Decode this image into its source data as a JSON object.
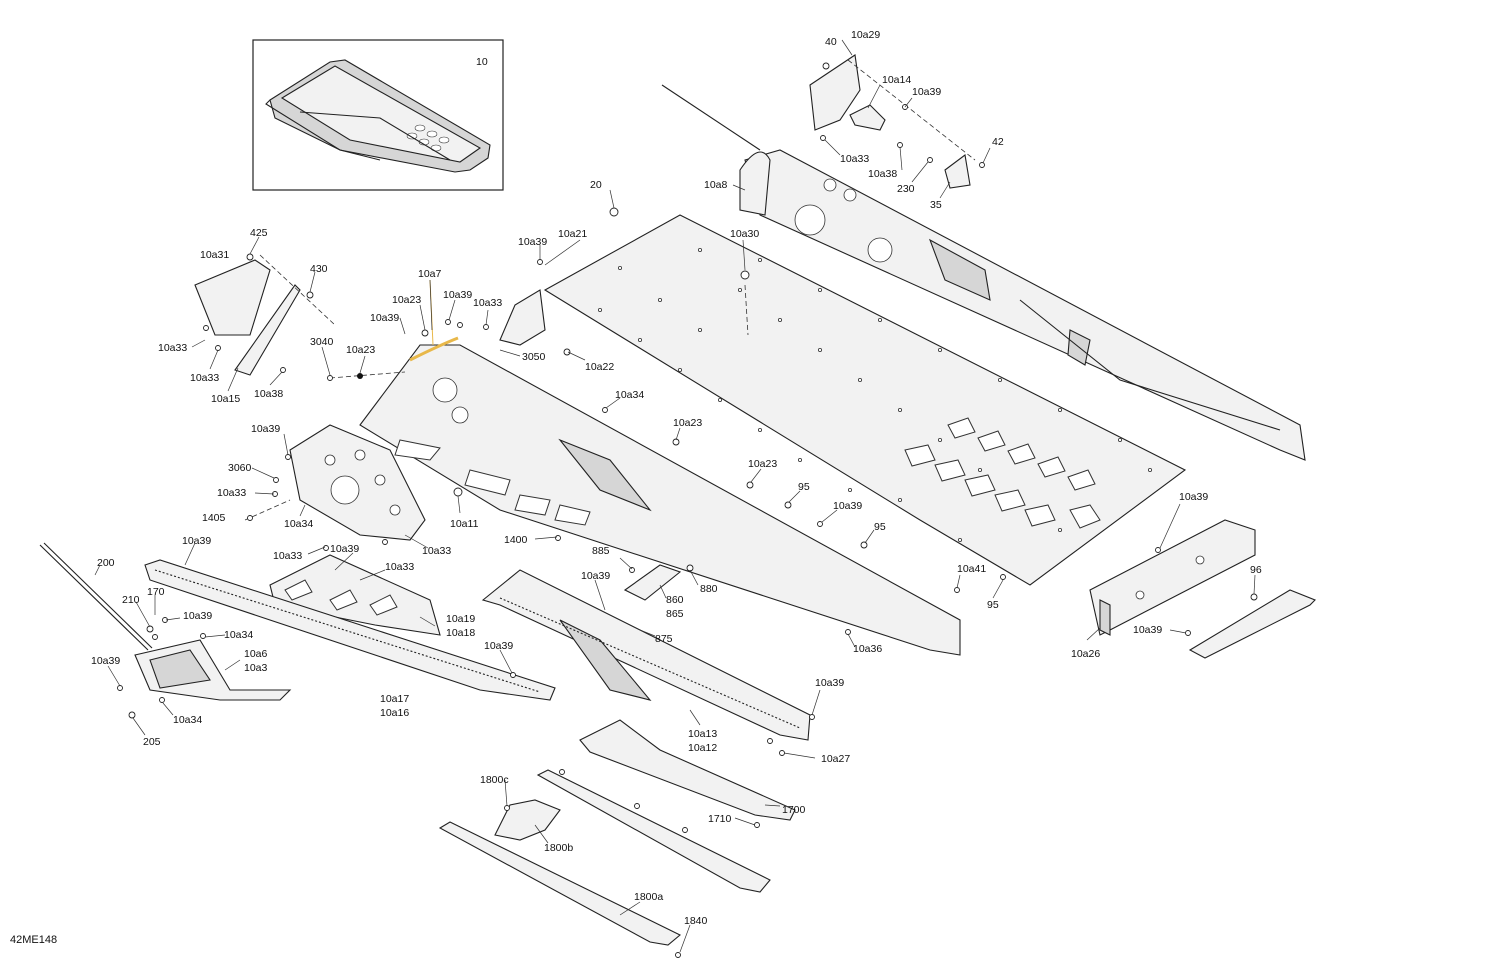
{
  "diagram_code": "42ME148",
  "inset_label": "10",
  "part_labels": {
    "p40": "40",
    "p10a29": "10a29",
    "p10a14": "10a14",
    "p10a39_tr": "10a39",
    "p42": "42",
    "p10a33_tr": "10a33",
    "p10a38_tr": "10a38",
    "p230": "230",
    "p35": "35",
    "p20": "20",
    "p10a8": "10a8",
    "p10a30": "10a30",
    "p10a21": "10a21",
    "p10a39_t": "10a39",
    "p425": "425",
    "p10a31": "10a31",
    "p430": "430",
    "p10a7": "10a7",
    "p10a23_a": "10a23",
    "p10a39_b": "10a39",
    "p10a33_a": "10a33",
    "p10a39_c": "10a39",
    "p3040": "3040",
    "p10a23_b": "10a23",
    "p3050": "3050",
    "p10a22": "10a22",
    "p10a33_b": "10a33",
    "p10a33_c": "10a33",
    "p10a15": "10a15",
    "p10a38_l": "10a38",
    "p10a34_a": "10a34",
    "p10a39_d": "10a39",
    "p10a23_c": "10a23",
    "p3060": "3060",
    "p10a33_d": "10a33",
    "p1405": "1405",
    "p10a34_b": "10a34",
    "p10a11": "10a11",
    "p10a23_d": "10a23",
    "p95_a": "95",
    "p10a39_e": "10a39",
    "p95_b": "95",
    "p1400": "1400",
    "p10a33_e": "10a33",
    "p10a33_f": "10a33",
    "p10a39_f": "10a39",
    "p10a33_g": "10a33",
    "p10a39_g": "10a39",
    "p200": "200",
    "p885": "885",
    "p880": "880",
    "p10a39_h": "10a39",
    "p10a41": "10a41",
    "p95_c": "95",
    "p10a39_i": "10a39",
    "p210": "210",
    "p170": "170",
    "p10a39_j": "10a39",
    "p860": "860",
    "p865": "865",
    "p10a19": "10a19",
    "p10a18": "10a18",
    "p875": "875",
    "p10a34_c": "10a34",
    "p10a36": "10a36",
    "p10a6": "10a6",
    "p10a3": "10a3",
    "p10a39_k": "10a39",
    "p10a39_l": "10a39",
    "p96": "96",
    "p10a39_m": "10a39",
    "p10a26": "10a26",
    "p10a17": "10a17",
    "p10a16": "10a16",
    "p10a34_d": "10a34",
    "p205": "205",
    "p10a39_n": "10a39",
    "p10a13": "10a13",
    "p10a12": "10a12",
    "p10a27": "10a27",
    "p1800c": "1800c",
    "p1700": "1700",
    "p1710": "1710",
    "p1800b": "1800b",
    "p1800a": "1800a",
    "p1840": "1840"
  },
  "colors": {
    "line": "#222222",
    "fill": "#f2f2f2",
    "highlight": "#e8b84a"
  }
}
